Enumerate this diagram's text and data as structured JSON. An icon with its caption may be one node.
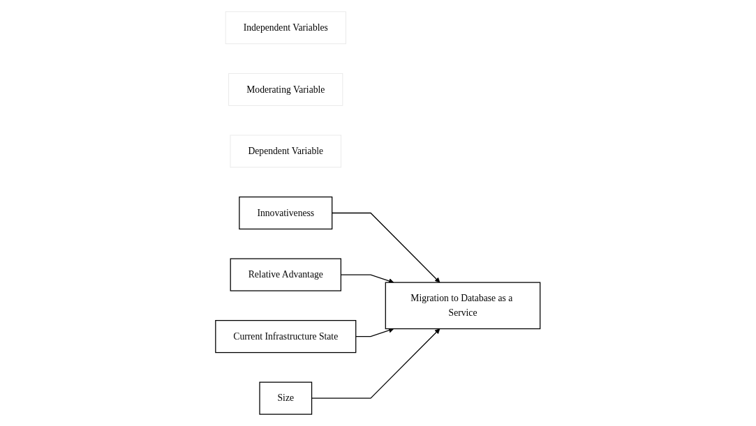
{
  "diagram": {
    "nodes": [
      {
        "text": [
          "Independent Variables"
        ]
      },
      {
        "text": [
          "Moderating Variable"
        ]
      },
      {
        "text": [
          "Dependent Variable"
        ]
      },
      {
        "text": [
          "Size"
        ]
      },
      {
        "text": [
          "Innovativeness"
        ]
      },
      {
        "text": [
          "Relative Advantage"
        ]
      },
      {
        "text": [
          "Migration to Database as a Service"
        ]
      },
      {
        "text": [
          "Current Infrastructure State"
        ]
      }
    ],
    "edges": [
      {
        "from": 4,
        "to": 6,
        "arrow": "to"
      },
      {
        "from": 5,
        "to": 6,
        "arrow": "to"
      },
      {
        "from": 7,
        "to": 6,
        "arrow": "to"
      },
      {
        "from": 3,
        "to": 6,
        "arrow": "to"
      }
    ]
  }
}
